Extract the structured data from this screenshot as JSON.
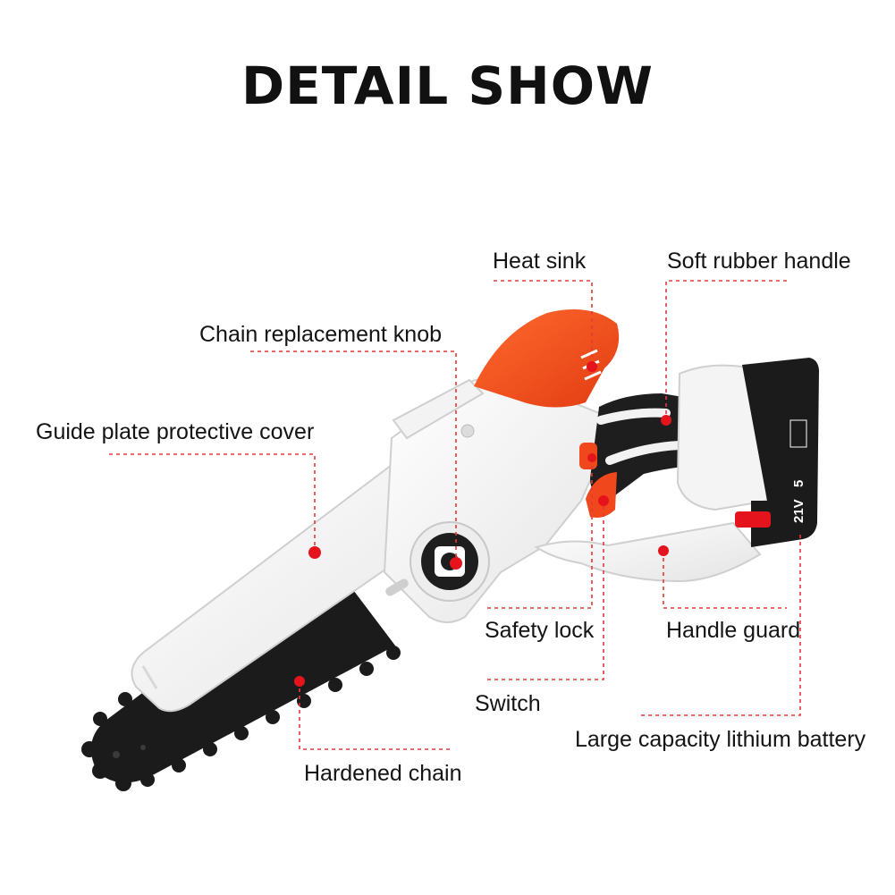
{
  "title": "DETAIL SHOW",
  "colors": {
    "orange": "#f0471c",
    "body_white": "#f7f7f7",
    "black": "#1b1b1b",
    "leader_line": "#e23a3a",
    "marker": "#e5131b"
  },
  "battery": {
    "voltage_text": "21V",
    "capacity_text": "5"
  },
  "labels": {
    "heat_sink": "Heat sink",
    "soft_rubber_handle": "Soft rubber handle",
    "chain_replacement_knob": "Chain replacement knob",
    "guide_plate_protective_cover": "Guide plate protective cover",
    "safety_lock": "Safety lock",
    "handle_guard": "Handle guard",
    "switch": "Switch",
    "large_capacity_lithium_battery": "Large capacity lithium battery",
    "hardened_chain": "Hardened chain"
  }
}
